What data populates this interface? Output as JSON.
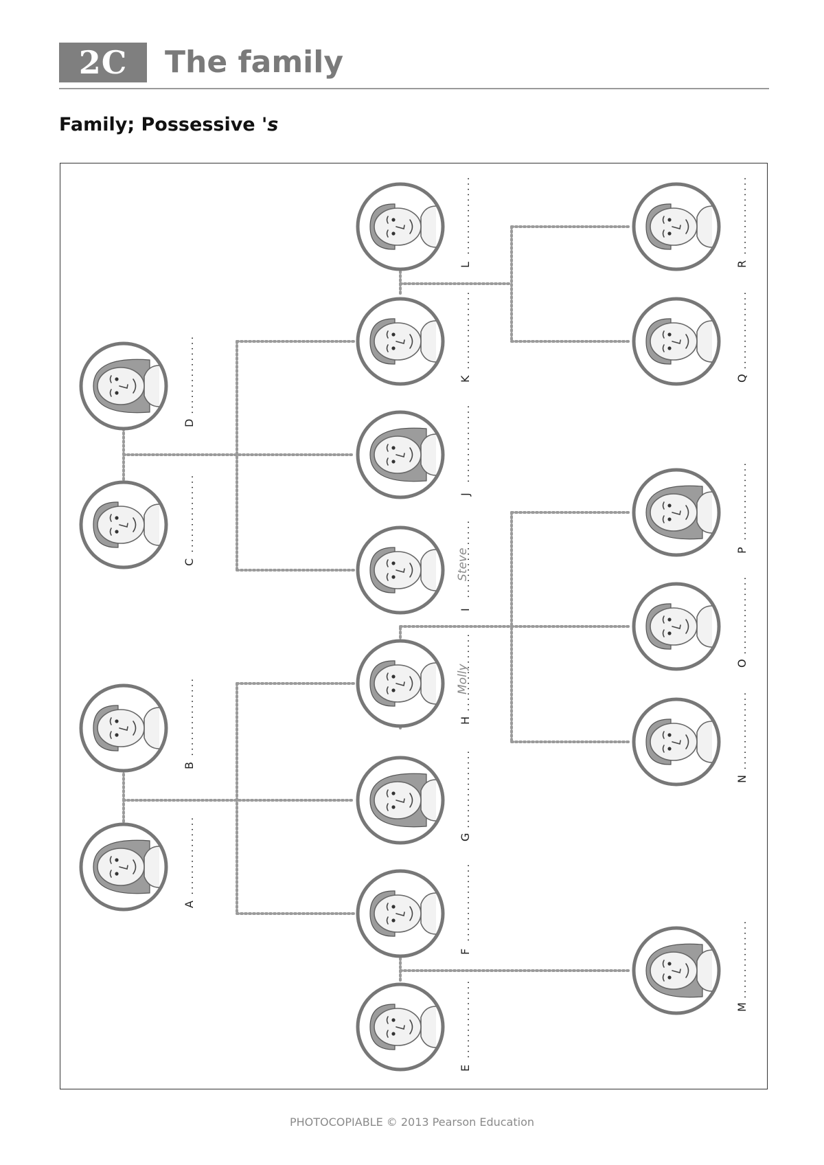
{
  "header": {
    "unit_code": "2C",
    "unit_title": "The family",
    "subtitle_main": "Family; Possessive ",
    "subtitle_italic": "'s"
  },
  "footer": {
    "text": "PHOTOCOPIABLE © 2013 Pearson Education"
  },
  "tree": {
    "blank": "...............",
    "members": [
      {
        "letter": "A",
        "name": ""
      },
      {
        "letter": "B",
        "name": ""
      },
      {
        "letter": "C",
        "name": ""
      },
      {
        "letter": "D",
        "name": ""
      },
      {
        "letter": "E",
        "name": ""
      },
      {
        "letter": "F",
        "name": ""
      },
      {
        "letter": "G",
        "name": ""
      },
      {
        "letter": "H",
        "name": "Molly"
      },
      {
        "letter": "I",
        "name": "Steve"
      },
      {
        "letter": "J",
        "name": ""
      },
      {
        "letter": "K",
        "name": ""
      },
      {
        "letter": "L",
        "name": ""
      },
      {
        "letter": "M",
        "name": ""
      },
      {
        "letter": "N",
        "name": ""
      },
      {
        "letter": "O",
        "name": ""
      },
      {
        "letter": "P",
        "name": ""
      },
      {
        "letter": "Q",
        "name": ""
      },
      {
        "letter": "R",
        "name": ""
      }
    ]
  }
}
